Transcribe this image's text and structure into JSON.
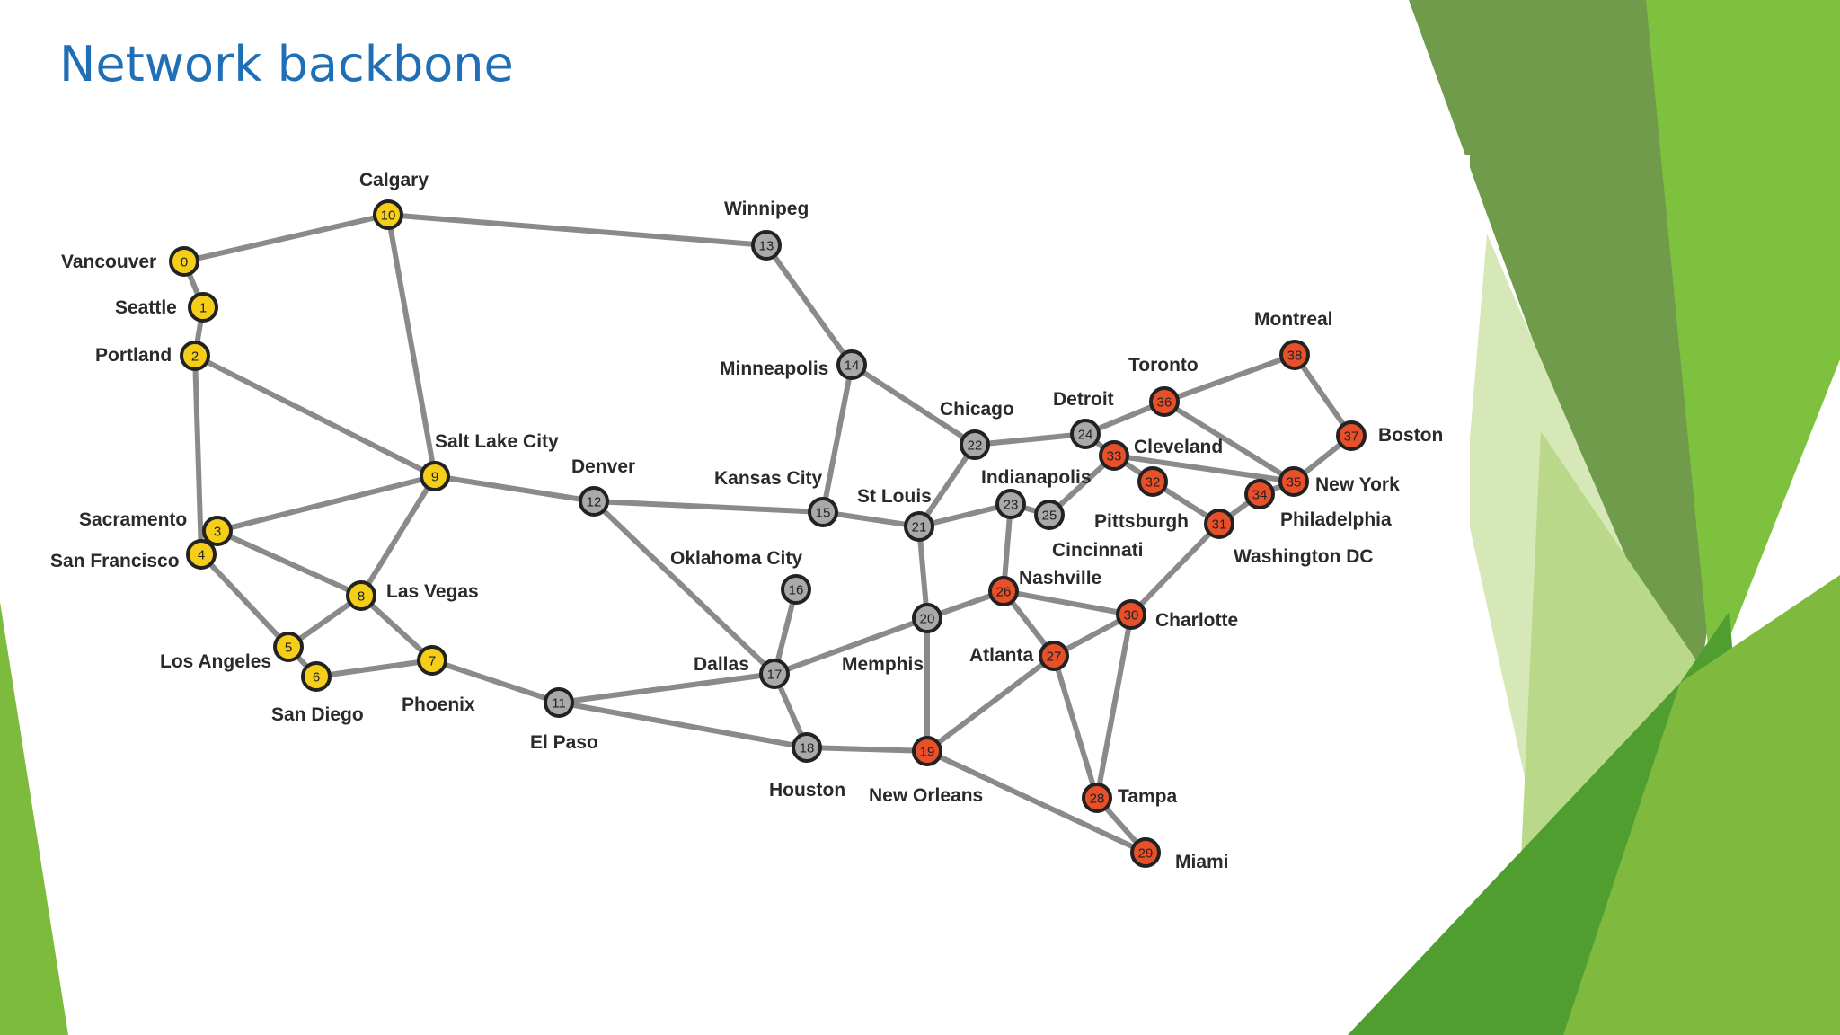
{
  "slide": {
    "title": "Network backbone"
  },
  "colors": {
    "title": "#1F6FB6",
    "edge": "#8a8a8a",
    "group_west": "#F5CE1A",
    "group_central": "#A9A9A9",
    "group_east": "#E8502A",
    "accent_green": "#7DBB3C"
  },
  "network": {
    "nodes": [
      {
        "id": 0,
        "label": "0",
        "name": "Vancouver",
        "group": "west"
      },
      {
        "id": 1,
        "label": "1",
        "name": "Seattle",
        "group": "west"
      },
      {
        "id": 2,
        "label": "2",
        "name": "Portland",
        "group": "west"
      },
      {
        "id": 3,
        "label": "3",
        "name": "Sacramento",
        "group": "west"
      },
      {
        "id": 4,
        "label": "4",
        "name": "San Francisco",
        "group": "west"
      },
      {
        "id": 5,
        "label": "5",
        "name": "Los Angeles",
        "group": "west"
      },
      {
        "id": 6,
        "label": "6",
        "name": "San Diego",
        "group": "west"
      },
      {
        "id": 7,
        "label": "7",
        "name": "Phoenix",
        "group": "west"
      },
      {
        "id": 8,
        "label": "8",
        "name": "Las Vegas",
        "group": "west"
      },
      {
        "id": 9,
        "label": "9",
        "name": "Salt Lake City",
        "group": "west"
      },
      {
        "id": 10,
        "label": "10",
        "name": "Calgary",
        "group": "west"
      },
      {
        "id": 11,
        "label": "11",
        "name": "El Paso",
        "group": "central"
      },
      {
        "id": 12,
        "label": "12",
        "name": "Denver",
        "group": "central"
      },
      {
        "id": 13,
        "label": "13",
        "name": "Winnipeg",
        "group": "central"
      },
      {
        "id": 14,
        "label": "14",
        "name": "Minneapolis",
        "group": "central"
      },
      {
        "id": 15,
        "label": "15",
        "name": "Kansas City",
        "group": "central"
      },
      {
        "id": 16,
        "label": "16",
        "name": "Oklahoma City",
        "group": "central"
      },
      {
        "id": 17,
        "label": "17",
        "name": "Dallas",
        "group": "central"
      },
      {
        "id": 18,
        "label": "18",
        "name": "Houston",
        "group": "central"
      },
      {
        "id": 19,
        "label": "19",
        "name": "New Orleans",
        "group": "east"
      },
      {
        "id": 20,
        "label": "20",
        "name": "Memphis",
        "group": "central"
      },
      {
        "id": 21,
        "label": "21",
        "name": "St Louis",
        "group": "central"
      },
      {
        "id": 22,
        "label": "22",
        "name": "Chicago",
        "group": "central"
      },
      {
        "id": 23,
        "label": "23",
        "name": "Indianapolis",
        "group": "central"
      },
      {
        "id": 24,
        "label": "24",
        "name": "Detroit",
        "group": "central"
      },
      {
        "id": 25,
        "label": "25",
        "name": "Cincinnati",
        "group": "central"
      },
      {
        "id": 26,
        "label": "26",
        "name": "Nashville",
        "group": "east"
      },
      {
        "id": 27,
        "label": "27",
        "name": "Atlanta",
        "group": "east"
      },
      {
        "id": 28,
        "label": "28",
        "name": "Tampa",
        "group": "east"
      },
      {
        "id": 29,
        "label": "29",
        "name": "Miami",
        "group": "east"
      },
      {
        "id": 30,
        "label": "30",
        "name": "Charlotte",
        "group": "east"
      },
      {
        "id": 31,
        "label": "31",
        "name": "Washington DC",
        "group": "east"
      },
      {
        "id": 32,
        "label": "32",
        "name": "Pittsburgh",
        "group": "east"
      },
      {
        "id": 33,
        "label": "33",
        "name": "Cleveland",
        "group": "east"
      },
      {
        "id": 34,
        "label": "34",
        "name": "Philadelphia",
        "group": "east"
      },
      {
        "id": 35,
        "label": "35",
        "name": "New York",
        "group": "east"
      },
      {
        "id": 36,
        "label": "36",
        "name": "Toronto",
        "group": "east"
      },
      {
        "id": 37,
        "label": "37",
        "name": "Boston",
        "group": "east"
      },
      {
        "id": 38,
        "label": "38",
        "name": "Montreal",
        "group": "east"
      }
    ],
    "edges": [
      [
        0,
        1
      ],
      [
        1,
        2
      ],
      [
        0,
        10
      ],
      [
        10,
        13
      ],
      [
        10,
        9
      ],
      [
        2,
        9
      ],
      [
        2,
        4
      ],
      [
        3,
        9
      ],
      [
        3,
        8
      ],
      [
        4,
        5
      ],
      [
        5,
        8
      ],
      [
        5,
        6
      ],
      [
        8,
        9
      ],
      [
        8,
        7
      ],
      [
        6,
        7
      ],
      [
        7,
        11
      ],
      [
        9,
        12
      ],
      [
        12,
        15
      ],
      [
        12,
        17
      ],
      [
        13,
        14
      ],
      [
        14,
        15
      ],
      [
        14,
        22
      ],
      [
        15,
        21
      ],
      [
        16,
        17
      ],
      [
        11,
        17
      ],
      [
        11,
        18
      ],
      [
        17,
        18
      ],
      [
        17,
        20
      ],
      [
        18,
        19
      ],
      [
        20,
        19
      ],
      [
        20,
        21
      ],
      [
        20,
        26
      ],
      [
        21,
        22
      ],
      [
        21,
        23
      ],
      [
        22,
        24
      ],
      [
        23,
        25
      ],
      [
        23,
        26
      ],
      [
        24,
        36
      ],
      [
        24,
        33
      ],
      [
        25,
        33
      ],
      [
        26,
        27
      ],
      [
        26,
        30
      ],
      [
        27,
        19
      ],
      [
        27,
        30
      ],
      [
        27,
        28
      ],
      [
        19,
        29
      ],
      [
        28,
        29
      ],
      [
        28,
        30
      ],
      [
        30,
        31
      ],
      [
        31,
        34
      ],
      [
        31,
        32
      ],
      [
        32,
        33
      ],
      [
        33,
        35
      ],
      [
        34,
        35
      ],
      [
        36,
        35
      ],
      [
        36,
        38
      ],
      [
        38,
        37
      ],
      [
        37,
        35
      ]
    ]
  }
}
